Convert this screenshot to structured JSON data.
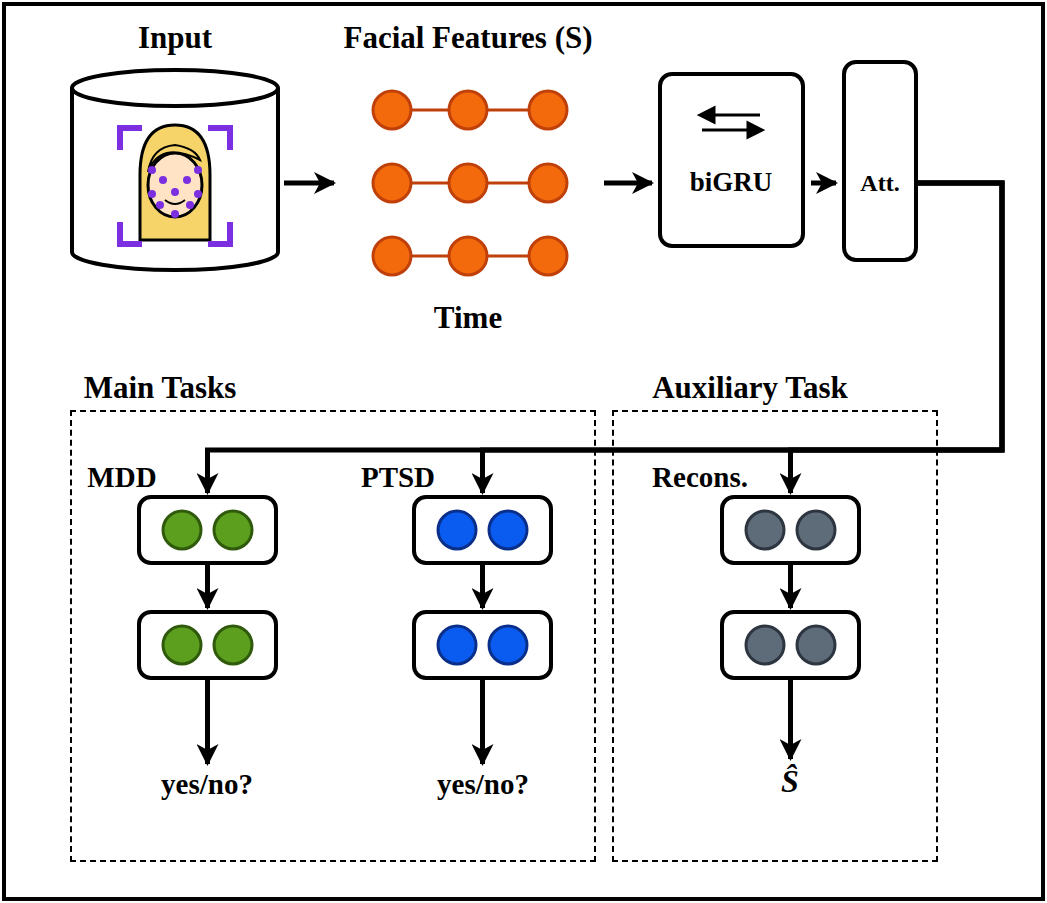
{
  "diagram": {
    "nodes": [
      {
        "text": [
          "Input"
        ]
      },
      {
        "text": [
          "Facial Features (S)",
          "Time"
        ]
      },
      {
        "text": [
          "biGRU"
        ]
      },
      {
        "text": [
          "Att."
        ]
      },
      {
        "text": [
          "Main Tasks"
        ]
      },
      {
        "text": [
          "Auxiliary Task"
        ]
      },
      {
        "text": [
          "MDD"
        ],
        "in": 4
      },
      {
        "text": [],
        "in": 4
      },
      {
        "text": [
          "yes/no?"
        ],
        "in": 4
      },
      {
        "text": [
          "PTSD"
        ],
        "in": 4
      },
      {
        "text": [],
        "in": 4
      },
      {
        "text": [
          "yes/no?"
        ],
        "in": 4
      },
      {
        "text": [
          "Recons."
        ],
        "in": 5
      },
      {
        "text": [],
        "in": 5
      },
      {
        "text": [
          "Ŝ"
        ],
        "in": 5
      }
    ],
    "edges": [
      {
        "from": 0,
        "to": 1,
        "arrow": "to"
      },
      {
        "from": 1,
        "to": 2,
        "arrow": "to"
      },
      {
        "from": 2,
        "to": 3,
        "arrow": "to"
      },
      {
        "from": 3,
        "to": 6,
        "arrow": "to"
      },
      {
        "from": 3,
        "to": 9,
        "arrow": "to"
      },
      {
        "from": 3,
        "to": 12,
        "arrow": "to"
      },
      {
        "from": 6,
        "to": 7,
        "arrow": "to"
      },
      {
        "from": 7,
        "to": 8,
        "arrow": "to"
      },
      {
        "from": 9,
        "to": 10,
        "arrow": "to"
      },
      {
        "from": 10,
        "to": 11,
        "arrow": "to"
      },
      {
        "from": 12,
        "to": 13,
        "arrow": "to"
      },
      {
        "from": 13,
        "to": 14,
        "arrow": "to"
      }
    ]
  }
}
